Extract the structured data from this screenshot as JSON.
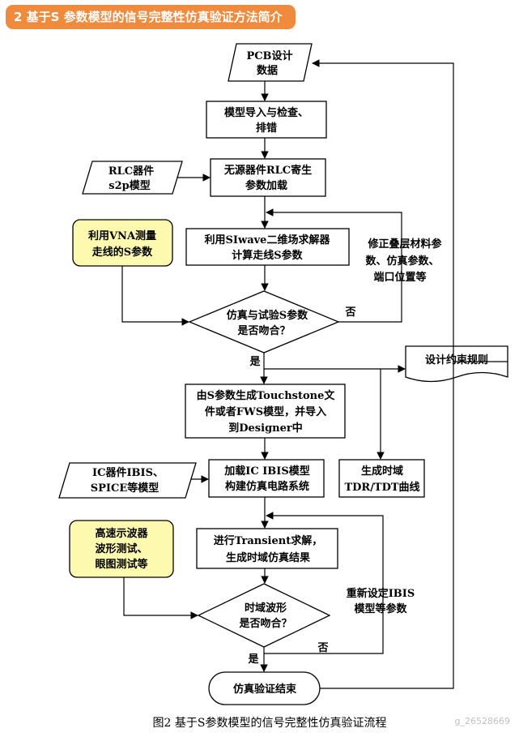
{
  "banner": "2 基于S 参数模型的信号完整性仿真验证方法简介",
  "nodes": {
    "pcb_data": [
      "PCB设计",
      "数据"
    ],
    "import_check": [
      "模型导入与检查、",
      "排错"
    ],
    "rlc_input": [
      "RLC器件",
      "s2p模型"
    ],
    "rlc_load": [
      "无源器件RLC寄生",
      "参数加载"
    ],
    "vna_measure": [
      "利用VNA测量",
      "走线的S参数"
    ],
    "siwave_solve": [
      "利用SIwave二维场求解器",
      "计算走线S参数"
    ],
    "modify_params": [
      "修正叠层材料参",
      "数、仿真参数、",
      "端口位置等"
    ],
    "s_match": [
      "仿真与试验S参数",
      "是否吻合？"
    ],
    "design_rules": [
      "设计约束规则"
    ],
    "touchstone": [
      "由S参数生成Touchstone文",
      "件或者FWS模型，并导入",
      "到Designer中"
    ],
    "ibis_input": [
      "IC器件IBIS、",
      "SPICE等模型"
    ],
    "ibis_load": [
      "加载IC IBIS模型",
      "构建仿真电路系统"
    ],
    "tdr_curve": [
      "生成时域",
      "TDR/TDT曲线"
    ],
    "scope_test": [
      "高速示波器",
      "波形测试、",
      "眼图测试等"
    ],
    "transient": [
      "进行Transient求解，",
      "生成时域仿真结果"
    ],
    "reset_ibis": [
      "重新设定IBIS",
      "模型等参数"
    ],
    "wave_match": [
      "时域波形",
      "是否吻合？"
    ],
    "sim_end": [
      "仿真验证结束"
    ]
  },
  "edge_labels": {
    "yes": "是",
    "no": "否"
  },
  "caption": "图2  基于S参数模型的信号完整性仿真验证流程",
  "watermark": "g_26528669",
  "colors": {
    "banner": "#f08a3c",
    "highlight": "#fdfab0",
    "line": "#000000"
  }
}
